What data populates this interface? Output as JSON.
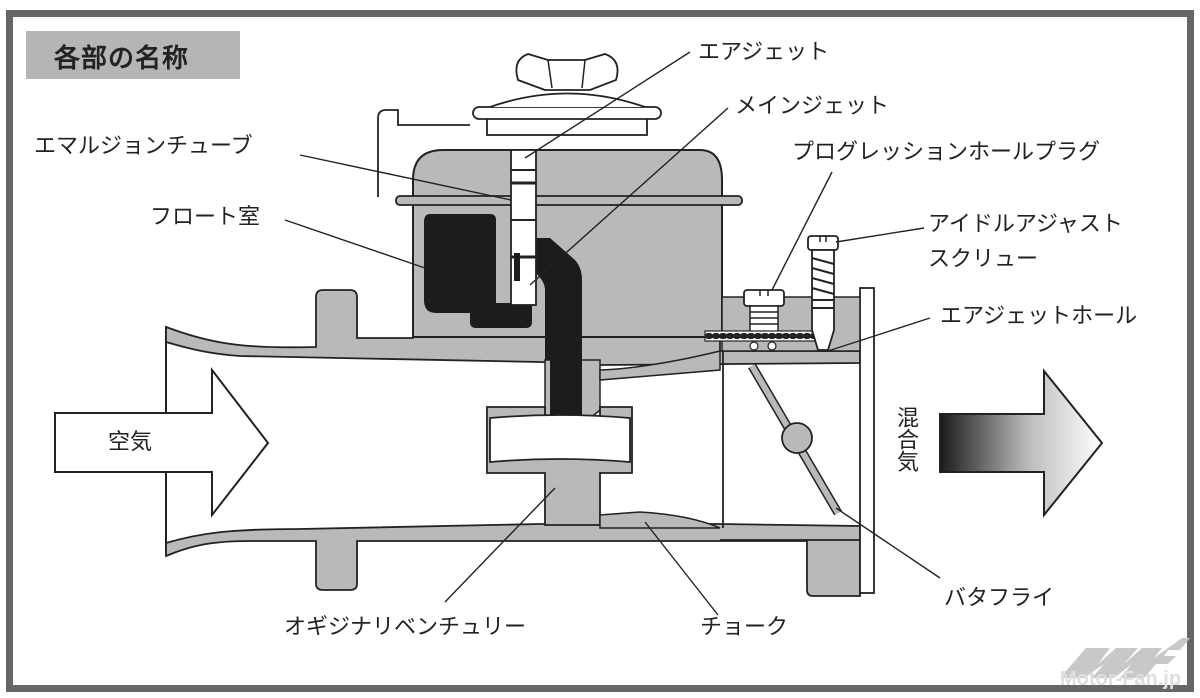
{
  "title": "各部の名称",
  "labels": {
    "air_jet": "エアジェット",
    "main_jet": "メインジェット",
    "emulsion_tube": "エマルジョンチューブ",
    "progression_hole_plug": "プログレッションホールプラグ",
    "float_chamber": "フロート室",
    "idle_adjust_screw_line1": "アイドルアジャスト",
    "idle_adjust_screw_line2": "スクリュー",
    "air_jet_hole": "エアジェットホール",
    "air": "空気",
    "mixture": "混合気",
    "butterfly": "バタフライ",
    "auxiliary_venturi": "オギジナリベンチュリー",
    "choke": "チョーク"
  },
  "watermark": {
    "logo": "MF",
    "text": "Motor-Fan.jp"
  },
  "colors": {
    "frame": "#666666",
    "title_bg": "#b5b5b5",
    "body_gray": "#b9b9b9",
    "fuel_black": "#1c1c1c",
    "line": "#222222",
    "watermark": "#c8c8c8"
  }
}
